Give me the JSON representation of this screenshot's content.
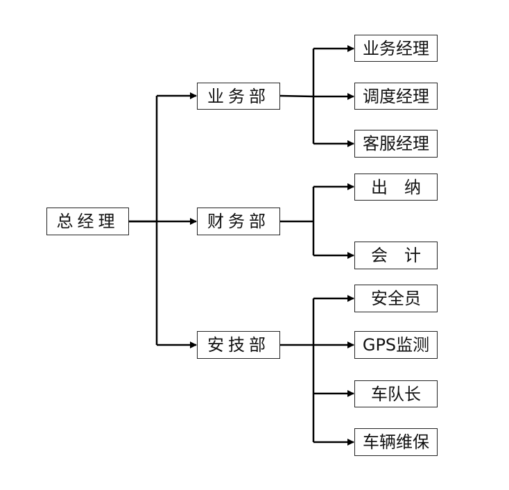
{
  "root": {
    "label": "总经理"
  },
  "departments": [
    {
      "label": "业务部",
      "roles": [
        "业务经理",
        "调度经理",
        "客服经理"
      ]
    },
    {
      "label": "财务部",
      "roles": [
        "出　纳",
        "会　计"
      ]
    },
    {
      "label": "安技部",
      "roles": [
        "安全员",
        "GPS监测",
        "车队长",
        "车辆维保"
      ]
    }
  ],
  "colors": {
    "line": "#000000",
    "border": "#222222",
    "text": "#111111",
    "background": "#ffffff"
  }
}
